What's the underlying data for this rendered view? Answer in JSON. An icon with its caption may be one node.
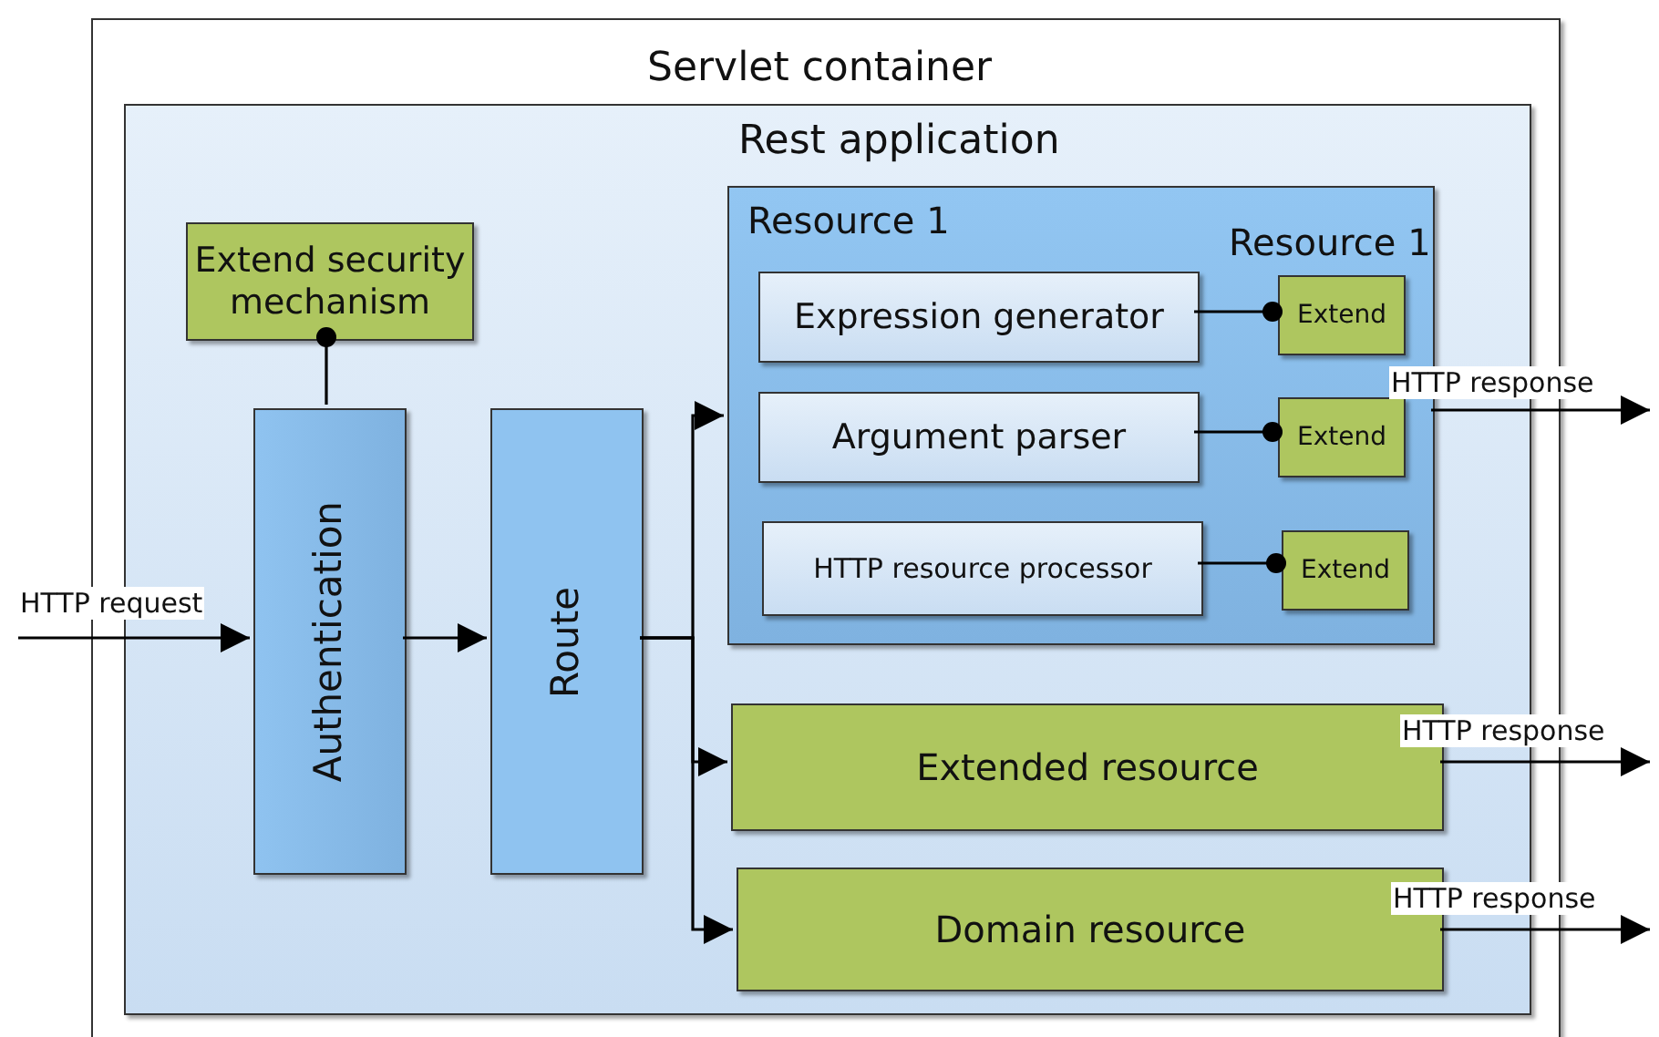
{
  "diagram": {
    "nodes": [
      {
        "text": [
          "Servlet container"
        ]
      },
      {
        "text": [
          "Rest application"
        ],
        "in": 0
      },
      {
        "text": [
          "Extend security mechanism"
        ],
        "in": 1
      },
      {
        "text": [
          "Authentication"
        ],
        "in": 1
      },
      {
        "text": [
          "Route"
        ],
        "in": 1
      },
      {
        "text": [
          "Resource 1",
          "Resource 1"
        ],
        "in": 1
      },
      {
        "text": [
          "Expression generator"
        ],
        "in": 5
      },
      {
        "text": [
          "Argument parser"
        ],
        "in": 5
      },
      {
        "text": [
          "HTTP resource processor"
        ],
        "in": 5
      },
      {
        "text": [
          "Extend"
        ],
        "in": 5
      },
      {
        "text": [
          "Extend"
        ],
        "in": 5
      },
      {
        "text": [
          "Extend"
        ],
        "in": 5
      },
      {
        "text": [
          "Extended resource"
        ],
        "in": 1
      },
      {
        "text": [
          "Domain resource"
        ],
        "in": 1
      }
    ],
    "edges": [
      {
        "from": null,
        "to": 3,
        "arrow": "to",
        "label": "HTTP request"
      },
      {
        "from": 3,
        "to": 2,
        "arrow": "other"
      },
      {
        "from": 3,
        "to": 4,
        "arrow": "to"
      },
      {
        "from": 4,
        "to": 5,
        "arrow": "to"
      },
      {
        "from": 4,
        "to": 12,
        "arrow": "to"
      },
      {
        "from": 4,
        "to": 13,
        "arrow": "to"
      },
      {
        "from": 6,
        "to": 9,
        "arrow": "other"
      },
      {
        "from": 7,
        "to": 10,
        "arrow": "other"
      },
      {
        "from": 8,
        "to": 11,
        "arrow": "other"
      },
      {
        "from": 5,
        "to": null,
        "arrow": "to",
        "label": "HTTP response"
      },
      {
        "from": 12,
        "to": null,
        "arrow": "to",
        "label": "HTTP response"
      },
      {
        "from": 13,
        "to": null,
        "arrow": "to",
        "label": "HTTP response"
      }
    ]
  }
}
